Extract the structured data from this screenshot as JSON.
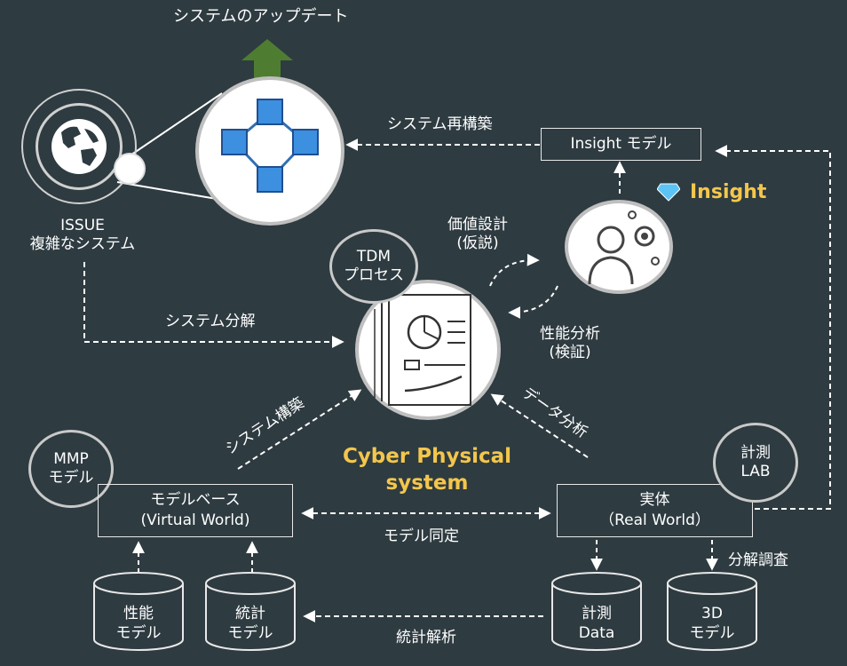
{
  "top": {
    "update_label": "システムのアップデート"
  },
  "issue": {
    "line1": "ISSUE",
    "line2": "複雑なシステム"
  },
  "arrows": {
    "rebuild": "システム再構築",
    "decompose": "システム分解",
    "value_design_1": "価値設計",
    "value_design_2": "(仮説)",
    "perf_analysis_1": "性能分析",
    "perf_analysis_2": "(検証)",
    "system_build": "システム構築",
    "data_analysis": "データ分析",
    "model_identification": "モデル同定",
    "stat_analysis": "統計解析",
    "decomp_survey": "分解調査"
  },
  "insight_model": {
    "label": "Insight モデル"
  },
  "insight": {
    "label": "Insight"
  },
  "tdm": {
    "line1": "TDM",
    "line2": "プロセス"
  },
  "cps": {
    "line1": "Cyber Physical",
    "line2": "system"
  },
  "mmp": {
    "line1": "MMP",
    "line2": "モデル"
  },
  "lab": {
    "line1": "計測",
    "line2": "LAB"
  },
  "model_base": {
    "line1": "モデルベース",
    "line2": "(Virtual World)"
  },
  "real": {
    "line1": "実体",
    "line2": "（Real World）"
  },
  "cylinders": {
    "performance": {
      "line1": "性能",
      "line2": "モデル"
    },
    "statistics": {
      "line1": "統計",
      "line2": "モデル"
    },
    "measurement": {
      "line1": "計測",
      "line2": "Data"
    },
    "three_d": {
      "line1": "3D",
      "line2": "モデル"
    }
  },
  "colors": {
    "background": "#2e3b41",
    "accent": "#f3c64c",
    "arrow_green": "#4e7d32",
    "cube_blue": "#2f6fb5"
  }
}
